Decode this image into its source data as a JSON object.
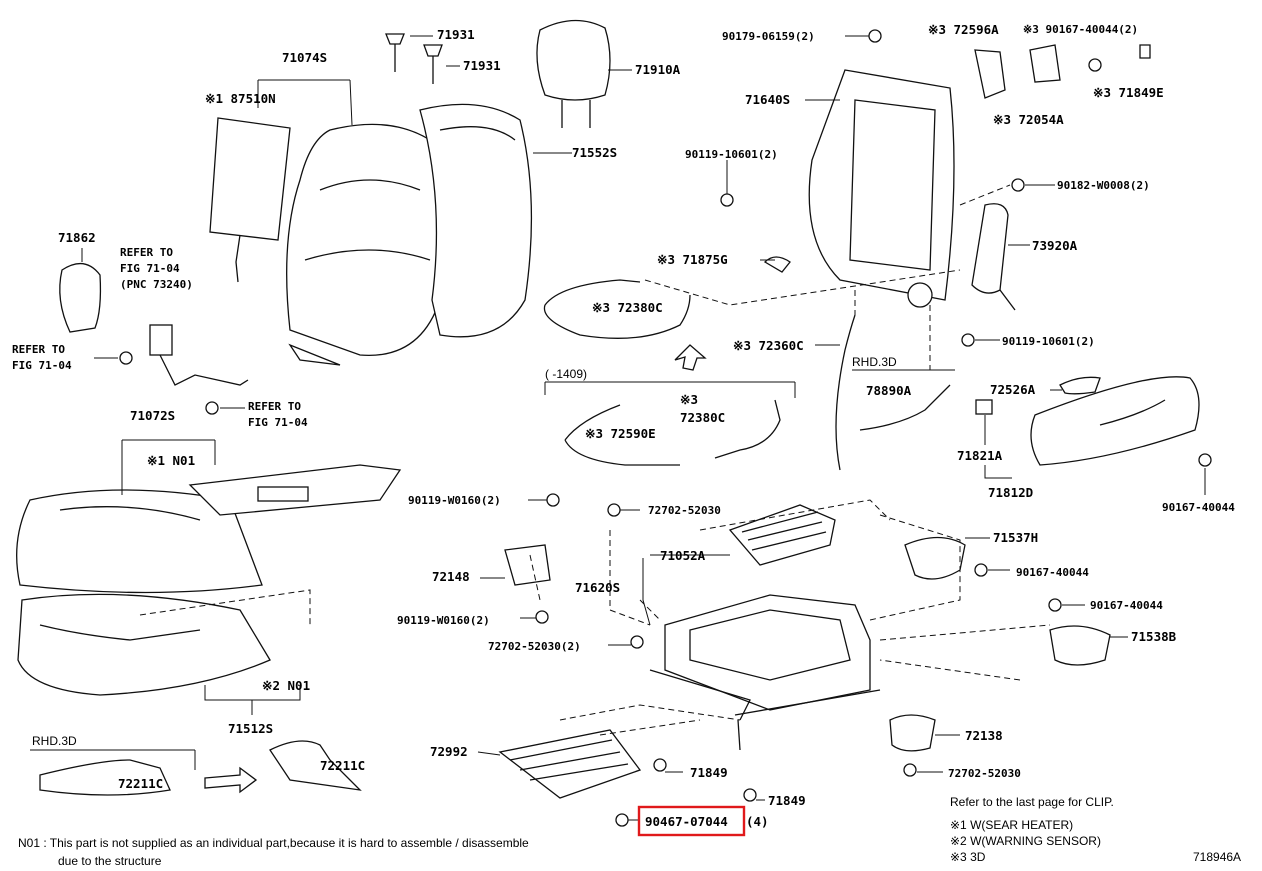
{
  "labels": {
    "p71931a": "71931",
    "p71931b": "71931",
    "p71074s": "71074S",
    "p87510n": "※1 87510N",
    "p71910a": "71910A",
    "p71552s": "71552S",
    "p71862": "71862",
    "refer1a": "REFER TO",
    "refer1b": "FIG 71-04",
    "refer1c": "(PNC 73240)",
    "refer2a": "REFER TO",
    "refer2b": "FIG 71-04",
    "refer3a": "REFER TO",
    "refer3b": "FIG 71-04",
    "p71072s": "71072S",
    "n01a": "※1 N01",
    "n01b": "※2 N01",
    "p71512s": "71512S",
    "rhd1": "RHD.3D",
    "p72211c_a": "72211C",
    "p72211c_b": "72211C",
    "p90179": "90179-06159(2)",
    "p72596a": "※3 72596A",
    "p90167_40044_2": "※3 90167-40044(2)",
    "p71640s": "71640S",
    "p71849e": "※3 71849E",
    "p72054a": "※3 72054A",
    "p90119_10601a": "90119-10601(2)",
    "p90182": "90182-W0008(2)",
    "p73920a": "73920A",
    "p71875g": "※3 71875G",
    "p72380c_a": "※3 72380C",
    "p72360c": "※3 72360C",
    "p90119_10601b": "90119-10601(2)",
    "rhd2": "RHD.3D",
    "p78890a": "78890A",
    "p72526a": "72526A",
    "range": "(    -1409)",
    "p72380c_b1": "※3",
    "p72380c_b2": "72380C",
    "p72590e": "※3 72590E",
    "p71821a": "71821A",
    "p71812d": "71812D",
    "p90167_40044a": "90167-40044",
    "p90119_w0160a": "90119-W0160(2)",
    "p72702_52030a": "72702-52030",
    "p71052a": "71052A",
    "p71537h": "71537H",
    "p72148": "72148",
    "p71620s": "71620S",
    "p90167_40044b": "90167-40044",
    "p90167_40044c": "90167-40044",
    "p90119_w0160b": "90119-W0160(2)",
    "p71538b": "71538B",
    "p72702_52030b": "72702-52030(2)",
    "p72992": "72992",
    "p72138": "72138",
    "p71849a": "71849",
    "p72702_52030c": "72702-52030",
    "p71849b": "71849",
    "p90467": "90467-07044",
    "p90467_qty": "(4)"
  },
  "notes": {
    "clip": "Refer to the last page for CLIP.",
    "legend1": "※1 W(SEAR HEATER)",
    "legend2": "※2 W(WARNING SENSOR)",
    "legend3": "※3 3D",
    "n01_line1": "N01 : This part is not supplied as an individual part,because it is hard to assemble / disassemble",
    "n01_line2": "due to the structure",
    "figure_id": "718946A"
  },
  "colors": {
    "highlight": "#e0191b",
    "ink": "#111111"
  }
}
